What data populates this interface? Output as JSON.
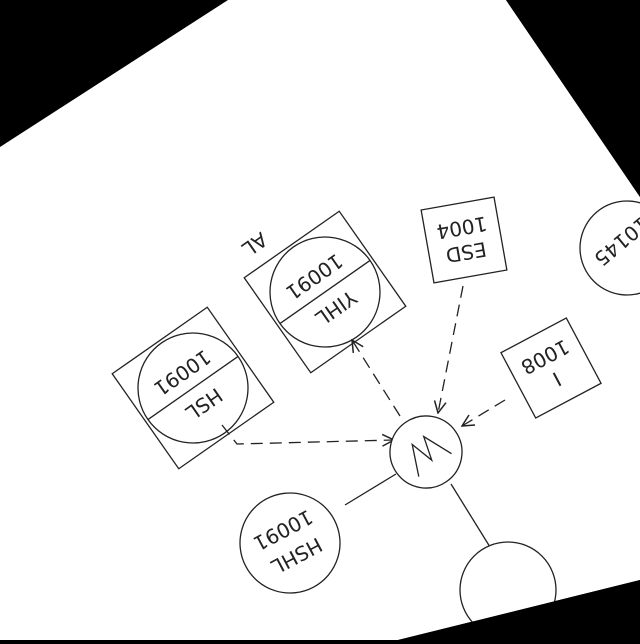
{
  "colors": {
    "background": "#000000",
    "sheet": "#ffffff",
    "line": "#222222"
  },
  "instruments": {
    "hsl": {
      "tag": "HSL",
      "number": "10091"
    },
    "yihl": {
      "tag": "YIHL",
      "number": "10091",
      "extra": "AL"
    },
    "esd": {
      "tag": "ESD",
      "number": "1004"
    },
    "i_box": {
      "tag": "I",
      "number": "1008"
    },
    "hshl": {
      "tag": "HSHL",
      "number": "10091"
    },
    "top_right": {
      "tag": "",
      "number": "10145"
    }
  }
}
